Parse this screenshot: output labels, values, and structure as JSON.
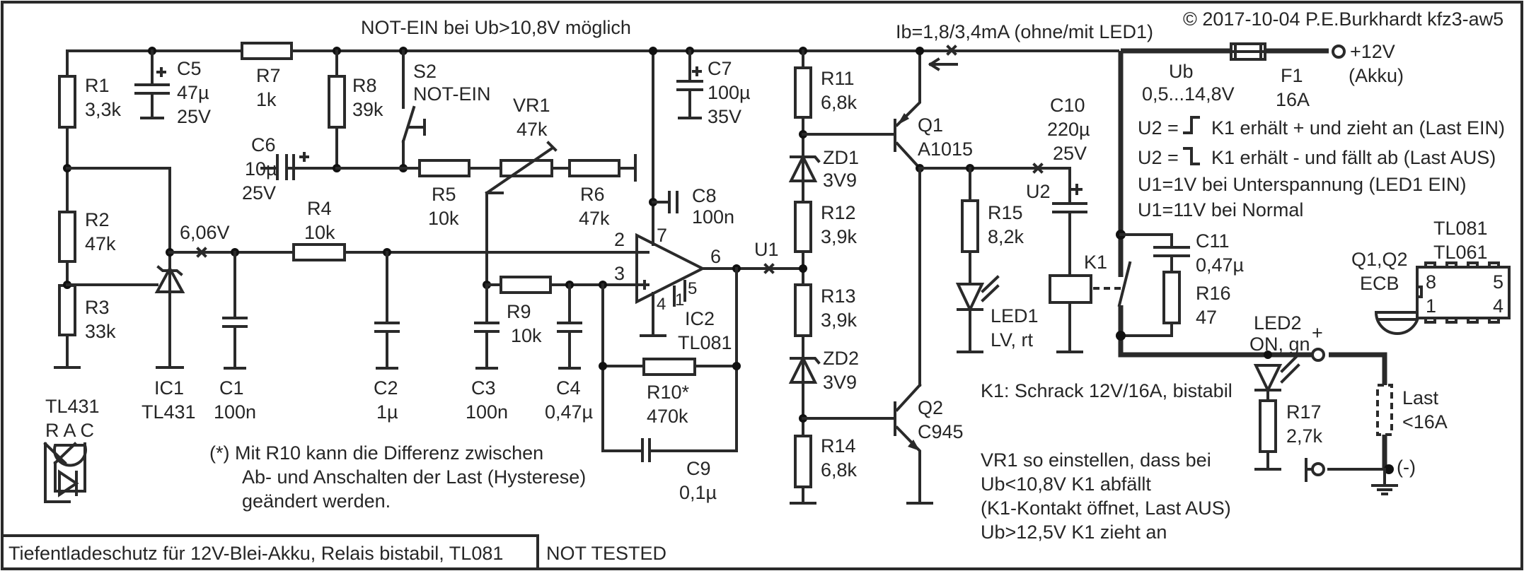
{
  "title_block": {
    "title": "Tiefentladeschutz für 12V-Blei-Akku, Relais bistabil, TL081",
    "status": "NOT TESTED",
    "copyright": "© 2017-10-04 P.E.Burkhardt kfz3-aw5"
  },
  "notes": {
    "not_ein": "NOT-EIN bei Ub>10,8V möglich",
    "ib": "Ib=1,8/3,4mA (ohne/mit LED1)",
    "u2_rise": "U2 = ⌠  K1 erhält + und zieht an (Last EIN)",
    "u2_rise_prefix": "U2 =",
    "u2_rise_text": "K1 erhält + und zieht an (Last EIN)",
    "u2_fall_prefix": "U2 =",
    "u2_fall_text": "K1 erhält - und fällt ab (Last AUS)",
    "u1_low": "U1=1V bei Unterspannung (LED1 EIN)",
    "u1_normal": "U1=11V bei Normal",
    "k1_type": "K1: Schrack 12V/16A, bistabil",
    "vr1_adjust": [
      "VR1 so einstellen, dass bei",
      "Ub<10,8V K1 abfällt",
      "(K1-Kontakt öffnet, Last AUS)",
      "Ub>12,5V  K1 zieht an"
    ],
    "hysteresis": [
      "(*) Mit R10 kann die Differenz zwischen",
      "Ab- und Anschalten der Last (Hysterese)",
      "geändert werden."
    ]
  },
  "nodes": {
    "v606": "6,06V",
    "u1": "U1",
    "u2": "U2",
    "ub": "Ub",
    "ub_range": "0,5...14,8V",
    "plus12": "+12V",
    "akku": "(Akku)",
    "load_plus": "+",
    "load_minus": "(-)"
  },
  "components": {
    "R1": {
      "name": "R1",
      "value": "3,3k"
    },
    "R2": {
      "name": "R2",
      "value": "47k"
    },
    "R3": {
      "name": "R3",
      "value": "33k"
    },
    "R4": {
      "name": "R4",
      "value": "10k"
    },
    "R5": {
      "name": "R5",
      "value": "10k"
    },
    "R6": {
      "name": "R6",
      "value": "47k"
    },
    "R7": {
      "name": "R7",
      "value": "1k"
    },
    "R8": {
      "name": "R8",
      "value": "39k"
    },
    "R9": {
      "name": "R9",
      "value": "10k"
    },
    "R10": {
      "name": "R10*",
      "value": "470k"
    },
    "R11": {
      "name": "R11",
      "value": "6,8k"
    },
    "R12": {
      "name": "R12",
      "value": "3,9k"
    },
    "R13": {
      "name": "R13",
      "value": "3,9k"
    },
    "R14": {
      "name": "R14",
      "value": "6,8k"
    },
    "R15": {
      "name": "R15",
      "value": "8,2k"
    },
    "R16": {
      "name": "R16",
      "value": "47"
    },
    "R17": {
      "name": "R17",
      "value": "2,7k"
    },
    "VR1": {
      "name": "VR1",
      "value": "47k"
    },
    "C1": {
      "name": "C1",
      "value": "100n"
    },
    "C2": {
      "name": "C2",
      "value": "1µ"
    },
    "C3": {
      "name": "C3",
      "value": "100n"
    },
    "C4": {
      "name": "C4",
      "value": "0,47µ"
    },
    "C5": {
      "name": "C5",
      "value": "47µ",
      "voltage": "25V"
    },
    "C6": {
      "name": "C6",
      "value": "10µ",
      "voltage": "25V"
    },
    "C7": {
      "name": "C7",
      "value": "100µ",
      "voltage": "35V"
    },
    "C8": {
      "name": "C8",
      "value": "100n"
    },
    "C9": {
      "name": "C9",
      "value": "0,1µ"
    },
    "C10": {
      "name": "C10",
      "value": "220µ",
      "voltage": "25V"
    },
    "C11": {
      "name": "C11",
      "value": "0,47µ"
    },
    "ZD1": {
      "name": "ZD1",
      "value": "3V9"
    },
    "ZD2": {
      "name": "ZD2",
      "value": "3V9"
    },
    "Q1": {
      "name": "Q1",
      "value": "A1015"
    },
    "Q2": {
      "name": "Q2",
      "value": "C945"
    },
    "IC1": {
      "name": "IC1",
      "value": "TL431"
    },
    "IC2": {
      "name": "IC2",
      "value": "TL081",
      "pins": {
        "inv": "2",
        "noninv": "3",
        "out": "6",
        "vplus": "7",
        "vminus": "4",
        "off1": "1",
        "off2": "5"
      }
    },
    "S2": {
      "name": "S2",
      "value": "NOT-EIN"
    },
    "K1": {
      "name": "K1"
    },
    "F1": {
      "name": "F1",
      "value": "16A"
    },
    "LED1": {
      "name": "LED1",
      "value": "LV, rt"
    },
    "LED2": {
      "name": "LED2",
      "value": "ON, gn"
    },
    "LOAD": {
      "name": "Last",
      "value": "<16A"
    }
  },
  "pinouts": {
    "tl431": {
      "title": "TL431",
      "pins": "R A C"
    },
    "transistors": {
      "title": "Q1,Q2",
      "pins": "ECB"
    },
    "dip": {
      "title1": "TL081",
      "title2": "TL061",
      "p8": "8",
      "p5": "5",
      "p1": "1",
      "p4": "4"
    }
  }
}
